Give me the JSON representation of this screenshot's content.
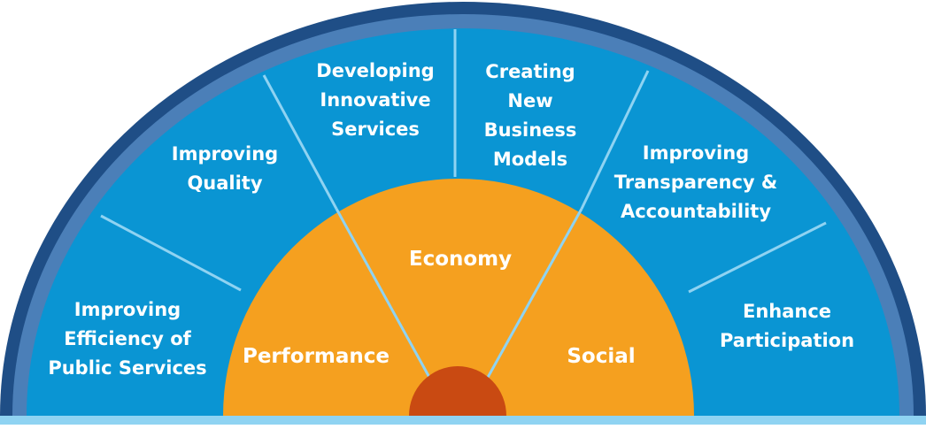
{
  "colors": {
    "outer_ring": "#1f4e86",
    "mid_ring": "#4b7fb8",
    "segment_fill": "#0a95d3",
    "segment_line": "#8fd3f2",
    "core_fill": "#f5a01f",
    "hub_fill": "#c94a12",
    "base_band": "#8fd3f2"
  },
  "core": {
    "performance": "Performance",
    "economy": "Economy",
    "social": "Social"
  },
  "segments": [
    {
      "lines": [
        "Improving",
        "Efficiency of",
        "Public Services"
      ]
    },
    {
      "lines": [
        "Improving",
        "Quality"
      ]
    },
    {
      "lines": [
        "Developing",
        "Innovative",
        "Services"
      ]
    },
    {
      "lines": [
        "Creating",
        "New",
        "Business",
        "Models"
      ]
    },
    {
      "lines": [
        "Improving",
        "Transparency &",
        "Accountability"
      ]
    },
    {
      "lines": [
        "Enhance",
        "Participation"
      ]
    }
  ]
}
